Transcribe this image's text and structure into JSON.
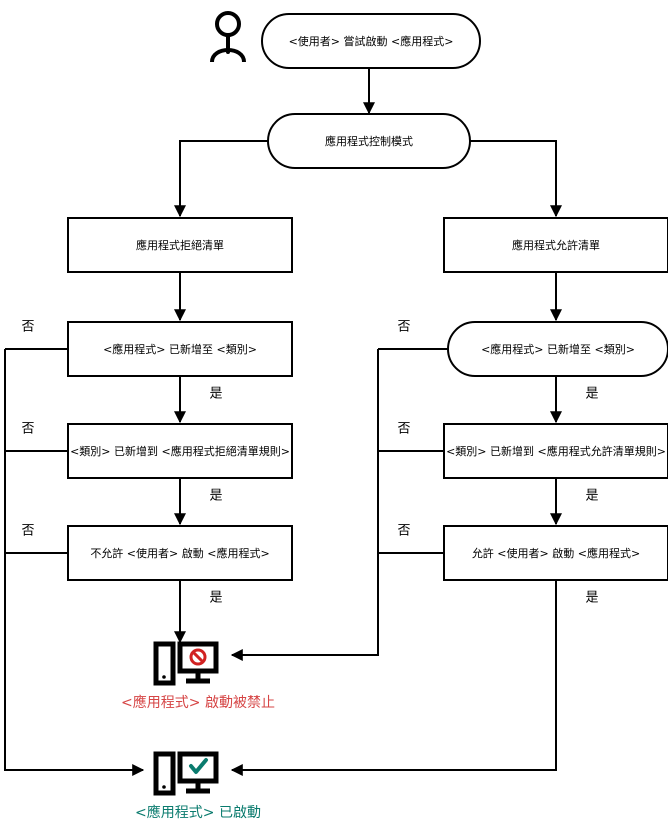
{
  "diagram": {
    "title": "Application Control flowchart",
    "actor": {
      "name": "user-actor"
    },
    "nodes": {
      "start": "<使用者> 嘗試啟動 <應用程式>",
      "mode": "應用程式控制模式",
      "denylist": "應用程式拒絕清單",
      "allowlist": "應用程式允許清單",
      "deny_added_category": "<應用程式> 已新增至 <類別>",
      "allow_added_category": "<應用程式> 已新增至 <類別>",
      "deny_category_rule": "<類別> 已新增到 <應用程式拒絕清單規則>",
      "allow_category_rule": "<類別> 已新增到 <應用程式允許清單規則>",
      "deny_action": "不允許 <使用者> 啟動 <應用程式>",
      "allow_action": "允許 <使用者> 啟動 <應用程式>"
    },
    "branch_labels": {
      "yes": "是",
      "no": "否"
    },
    "outcomes": {
      "blocked": {
        "label": "<應用程式> 啟動被禁止",
        "color": "#d64545",
        "icon": "monitor-blocked-icon"
      },
      "started": {
        "label": "<應用程式> 已啟動",
        "color": "#0a7b6e",
        "icon": "monitor-allowed-icon"
      }
    },
    "colors": {
      "stroke": "#000000",
      "fill": "#ffffff",
      "blocked": "#d64545",
      "started": "#0a7b6e"
    }
  }
}
